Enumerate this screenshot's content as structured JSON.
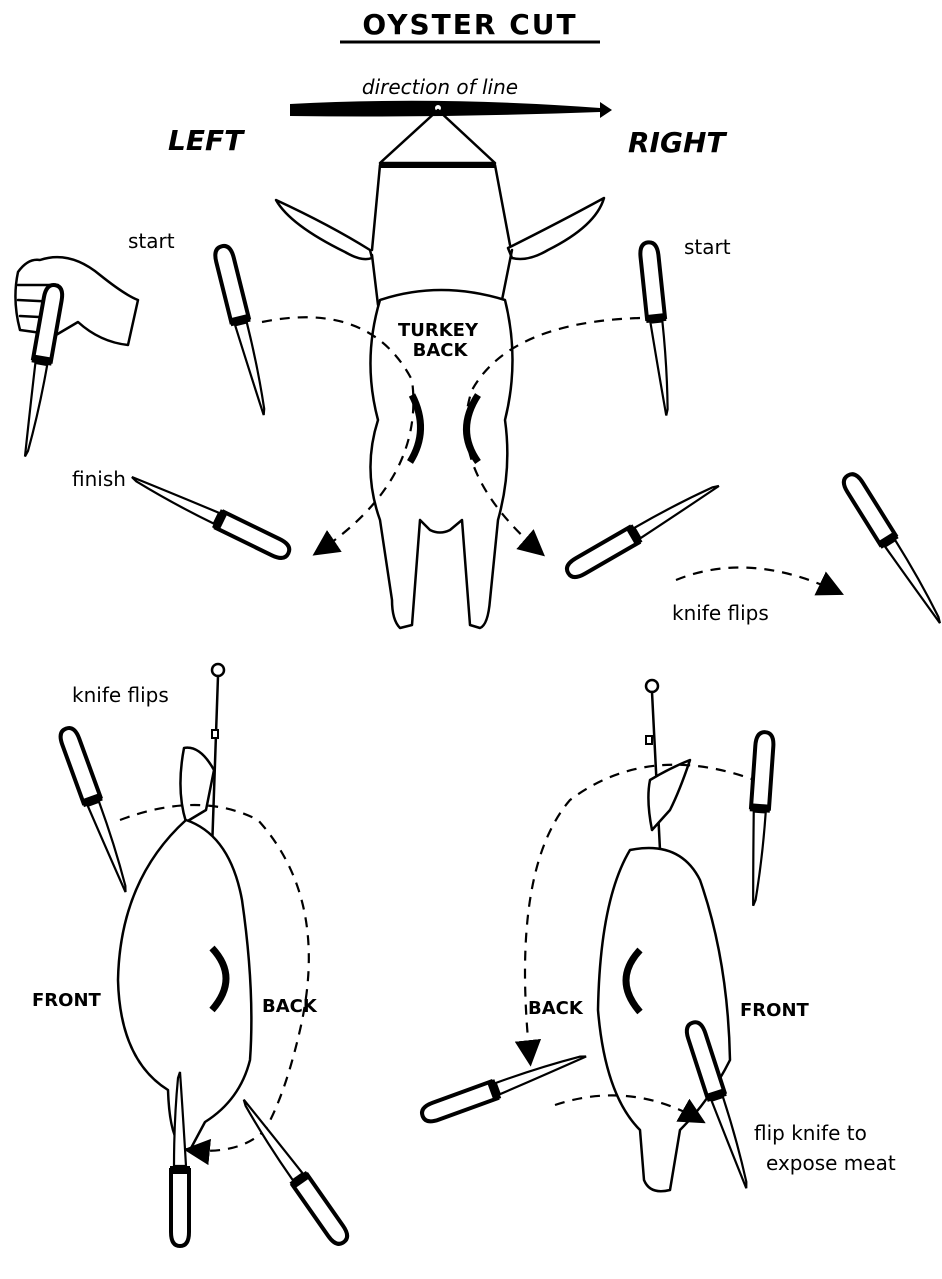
{
  "title": "OYSTER CUT",
  "direction": {
    "label": "direction of line"
  },
  "sides": {
    "left": "LEFT",
    "right": "RIGHT"
  },
  "top_figure": {
    "body_label_line1": "TURKEY",
    "body_label_line2": "BACK",
    "left_start": "start",
    "left_finish": "finish",
    "right_start": "start",
    "knife_flips": "knife flips"
  },
  "bottom_left": {
    "knife_flips": "knife flips",
    "front": "FRONT",
    "back": "BACK"
  },
  "bottom_right": {
    "back": "BACK",
    "front": "FRONT",
    "flip_line1": "flip knife to",
    "flip_line2": "expose meat"
  }
}
